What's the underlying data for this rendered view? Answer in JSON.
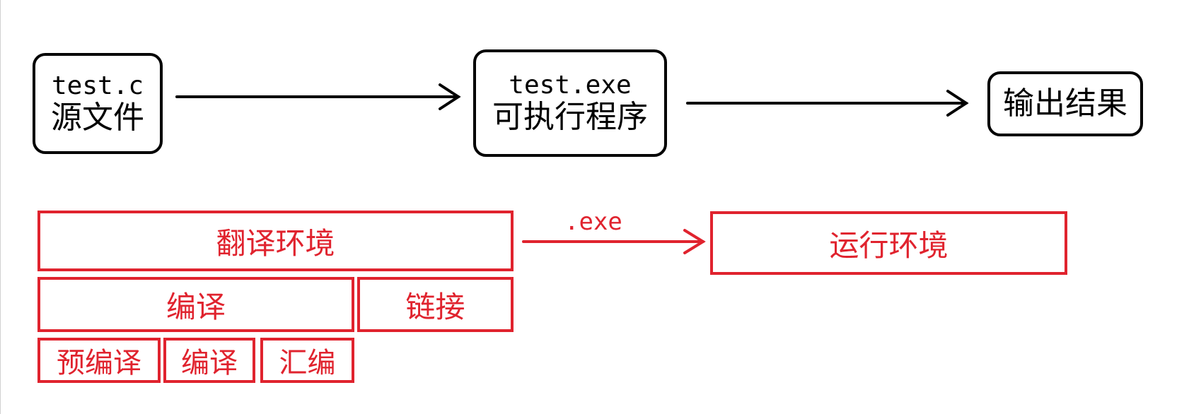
{
  "flow": {
    "source": {
      "line1": "test.c",
      "line2": "源文件"
    },
    "executable": {
      "line1": "test.exe",
      "line2": "可执行程序"
    },
    "output": {
      "label": "输出结果"
    }
  },
  "environments": {
    "translation": "翻译环境",
    "runtime": "运行环境",
    "arrow_label": ".exe",
    "compile": "编译",
    "link": "链接",
    "preprocess": "预编译",
    "compile_sub": "编译",
    "assemble": "汇编"
  },
  "colors": {
    "flow_stroke": "#000000",
    "environment_stroke": "#e0232e"
  }
}
